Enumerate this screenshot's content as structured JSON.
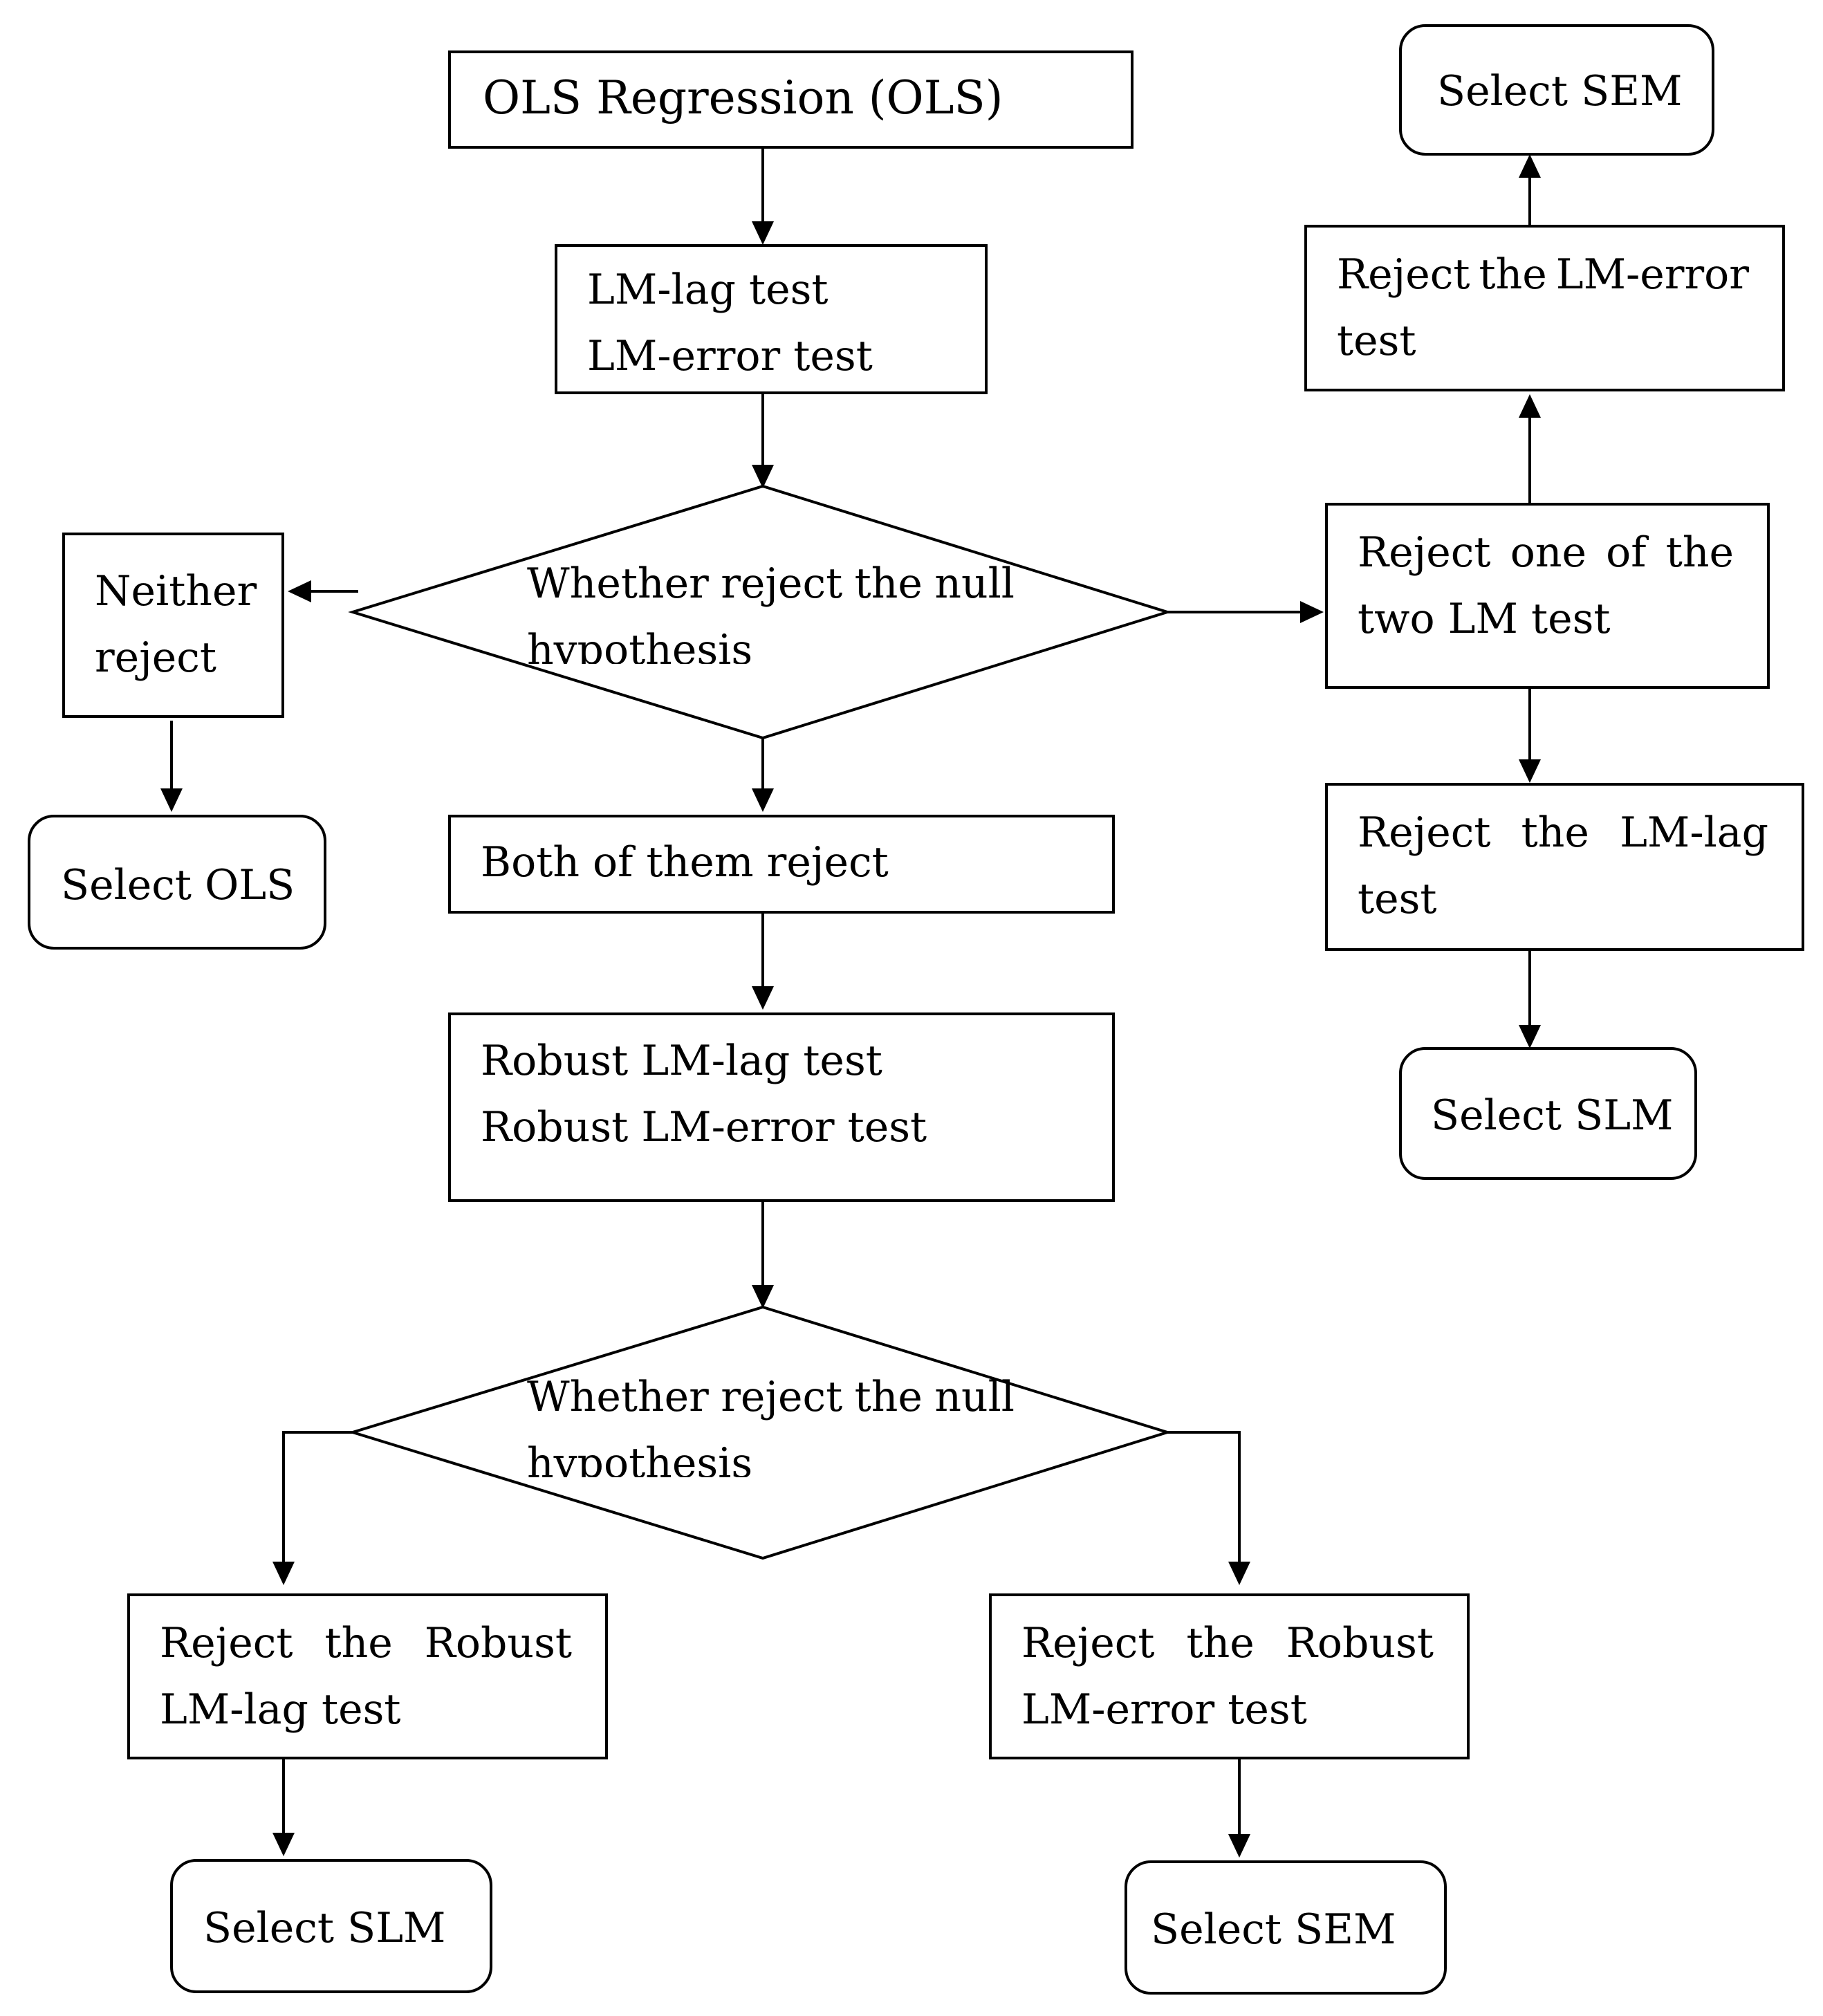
{
  "nodes": {
    "ols": {
      "text": "OLS Regression (OLS)"
    },
    "lm_tests": {
      "line1": "LM-lag test",
      "line2": "LM-error test"
    },
    "decision1": {
      "line1_words": [
        "Whether",
        "reject",
        "the",
        "null"
      ],
      "line2": "hypothesis"
    },
    "neither_reject": {
      "line1": "Neither",
      "line2": "reject"
    },
    "select_ols": {
      "text": "Select OLS"
    },
    "both_reject": {
      "text": "Both of them reject"
    },
    "robust_tests": {
      "line1": "Robust LM-lag test",
      "line2": "Robust LM-error test"
    },
    "decision2": {
      "line1_words": [
        "Whether",
        "reject",
        "the",
        "null"
      ],
      "line2": "hypothesis"
    },
    "reject_robust_lag": {
      "line1_words": [
        "Reject",
        "the",
        "Robust"
      ],
      "line2": "LM-lag test"
    },
    "select_slm_bottom": {
      "text": "Select SLM"
    },
    "reject_robust_error": {
      "line1_words": [
        "Reject",
        "the",
        "Robust"
      ],
      "line2": "LM-error test"
    },
    "select_sem_bottom": {
      "text": "Select SEM"
    },
    "reject_one": {
      "line1_words": [
        "Reject",
        "one",
        "of",
        "the"
      ],
      "line2": "two LM test"
    },
    "reject_lm_error": {
      "line1_words": [
        "Reject",
        "the",
        "LM-error"
      ],
      "line2": "test"
    },
    "select_sem_top": {
      "text": "Select SEM"
    },
    "reject_lm_lag": {
      "line1_words": [
        "Reject",
        "the",
        "LM-lag"
      ],
      "line2": "test"
    },
    "select_slm_right": {
      "text": "Select SLM"
    }
  },
  "edges": [
    {
      "from": "ols",
      "to": "lm_tests"
    },
    {
      "from": "lm_tests",
      "to": "decision1"
    },
    {
      "from": "decision1",
      "to": "neither_reject"
    },
    {
      "from": "neither_reject",
      "to": "select_ols"
    },
    {
      "from": "decision1",
      "to": "both_reject"
    },
    {
      "from": "decision1",
      "to": "reject_one"
    },
    {
      "from": "reject_one",
      "to": "reject_lm_error"
    },
    {
      "from": "reject_lm_error",
      "to": "select_sem_top"
    },
    {
      "from": "reject_one",
      "to": "reject_lm_lag"
    },
    {
      "from": "reject_lm_lag",
      "to": "select_slm_right"
    },
    {
      "from": "both_reject",
      "to": "robust_tests"
    },
    {
      "from": "robust_tests",
      "to": "decision2"
    },
    {
      "from": "decision2",
      "to": "reject_robust_lag"
    },
    {
      "from": "decision2",
      "to": "reject_robust_error"
    },
    {
      "from": "reject_robust_lag",
      "to": "select_slm_bottom"
    },
    {
      "from": "reject_robust_error",
      "to": "select_sem_bottom"
    }
  ]
}
